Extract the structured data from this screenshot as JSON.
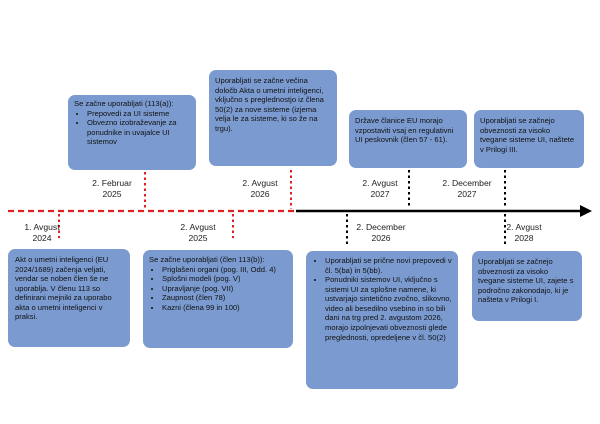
{
  "boxes": {
    "b1_text": "Akt o umetni inteligenci (EU 2024/1689) začenja veljati, vendar se noben člen še ne uporablja. V členu 113 so definirani mejniki za uporabo akta o umetni inteligenci v praksi.",
    "b2_lead": "Se začne uporabljati (113(a)):",
    "b2_items": [
      "Prepovedi za UI sisteme",
      "Obvezno izobraževanje za ponudnike in uvajalce UI sistemov"
    ],
    "b3_lead": "Se začne uporabljati (člen 113(b)):",
    "b3_items": [
      "Priglašeni organi (pog. III, Odd. 4)",
      "Splošni modeli (pog. V)",
      "Upravljanje (pog. VII)",
      "Zaupnost (člen 78)",
      "Kazni (člena 99 in 100)"
    ],
    "b4_text": "Uporabljati se  začne večina določb Akta o umetni inteligenci, vključno s preglednostjo iz člena 50(2) za nove sisteme (izjema velja le za sisteme, ki so že na trgu).",
    "b5_items": [
      "Uporabljati se prične novi prepovedi v čl. 5(ba) in 5(bb).",
      "Ponudniki sistemov UI, vključno s sistemi UI za splošne namene, ki ustvarjajo sintetično zvočno, slikovno, video ali besedilno vsebino in so bili dani na trg pred 2. avgustom 2026, morajo izpolnjevati obveznosti glede preglednosti, opredeljene v čl. 50(2)"
    ],
    "b6_text": "Države članice EU morajo vzpostaviti vsaj en regulativni UI peskovnik (člen 57 - 61).",
    "b7_text": "Uporabljati se začnejo obveznosti za visoko tvegane sisteme UI, naštete v Prilogi III.",
    "b8_text": "Uporabljati se začnejo obveznosti za visoko tvegane sisteme UI, zajete s področno zakonodajo, ki je našteta v Prilogi I."
  },
  "dates": {
    "d1_line1": "1. Avgust",
    "d1_line2": "2024",
    "d2_line1": "2. Februar",
    "d2_line2": "2025",
    "d3_line1": "2. Avgust",
    "d3_line2": "2025",
    "d4_line1": "2. Avgust",
    "d4_line2": "2026",
    "d5_line1": "2. December",
    "d5_line2": "2026",
    "d6_line1": "2. Avgust",
    "d6_line2": "2027",
    "d7_line1": "2. December",
    "d7_line2": "2027",
    "d8_line1": "2. Avgust",
    "d8_line2": "2028"
  },
  "colors": {
    "box_fill": "#7b9bd0",
    "past_line": "#e02020",
    "future_line": "#000000"
  }
}
